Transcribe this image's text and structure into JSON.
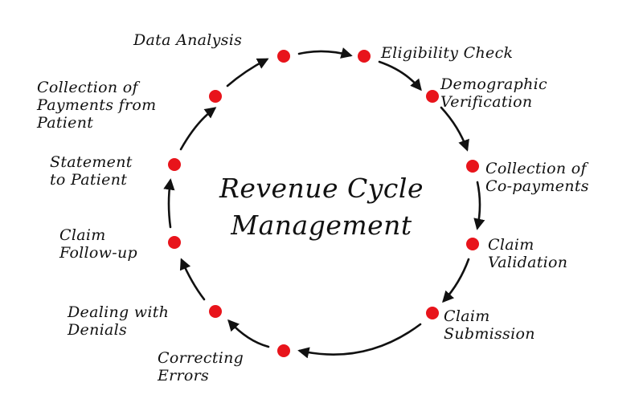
{
  "title": {
    "line1": "Revenue Cycle",
    "line2": "Management"
  },
  "colors": {
    "dot": "#e8141b",
    "arrow": "#111111",
    "text": "#111111"
  },
  "steps": [
    {
      "line1": "Data Analysis"
    },
    {
      "line1": "Eligibility Check"
    },
    {
      "line1": "Demographic",
      "line2": "Verification"
    },
    {
      "line1": "Collection of",
      "line2": "Co-payments"
    },
    {
      "line1": "Claim",
      "line2": "Validation"
    },
    {
      "line1": "Claim",
      "line2": "Submission"
    },
    {
      "line1": "Correcting",
      "line2": "Errors"
    },
    {
      "line1": "Dealing with",
      "line2": "Denials"
    },
    {
      "line1": "Claim",
      "line2": "Follow-up"
    },
    {
      "line1": "Statement",
      "line2": "to Patient"
    },
    {
      "line1": "Collection of",
      "line2": "Payments from",
      "line3": "Patient"
    }
  ]
}
